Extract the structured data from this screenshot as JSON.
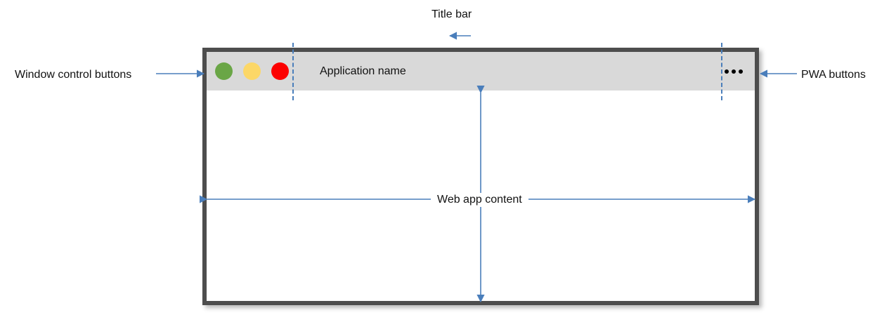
{
  "diagram": {
    "title_bar_label": "Title bar",
    "window_controls_label": "Window control buttons",
    "pwa_buttons_label": "PWA buttons",
    "web_content_label": "Web app content",
    "annotation_color": "#4a7ebb"
  },
  "window": {
    "app_name": "Application name",
    "frame_color": "#4d4d4d",
    "title_bar_color": "#d9d9d9",
    "content_color": "#ffffff",
    "controls": [
      {
        "name": "minimize",
        "color": "#6aa646"
      },
      {
        "name": "maximize",
        "color": "#fcd767"
      },
      {
        "name": "close",
        "color": "#fc0000"
      }
    ],
    "pwa_menu_icon": "ellipsis-icon"
  }
}
